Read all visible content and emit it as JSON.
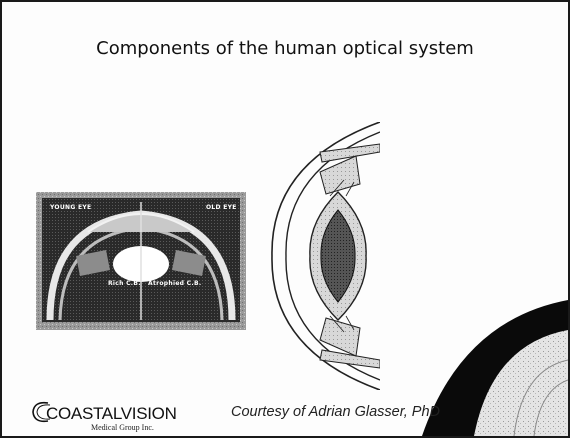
{
  "slide": {
    "title": "Components of the human optical system",
    "panel_labels": {
      "left_top": "YOUNG EYE",
      "right_top": "OLD EYE",
      "left_bottom": "Rich C.B.",
      "right_bottom": "Atrophied C.B."
    },
    "logo": {
      "name": "COASTALVISION",
      "subtitle": "Medical Group Inc."
    },
    "credit": "Courtesy of Adrian Glasser, PhD"
  },
  "colors": {
    "frame": "#1a1a1a",
    "background": "#fdfdfd",
    "text": "#111111"
  }
}
